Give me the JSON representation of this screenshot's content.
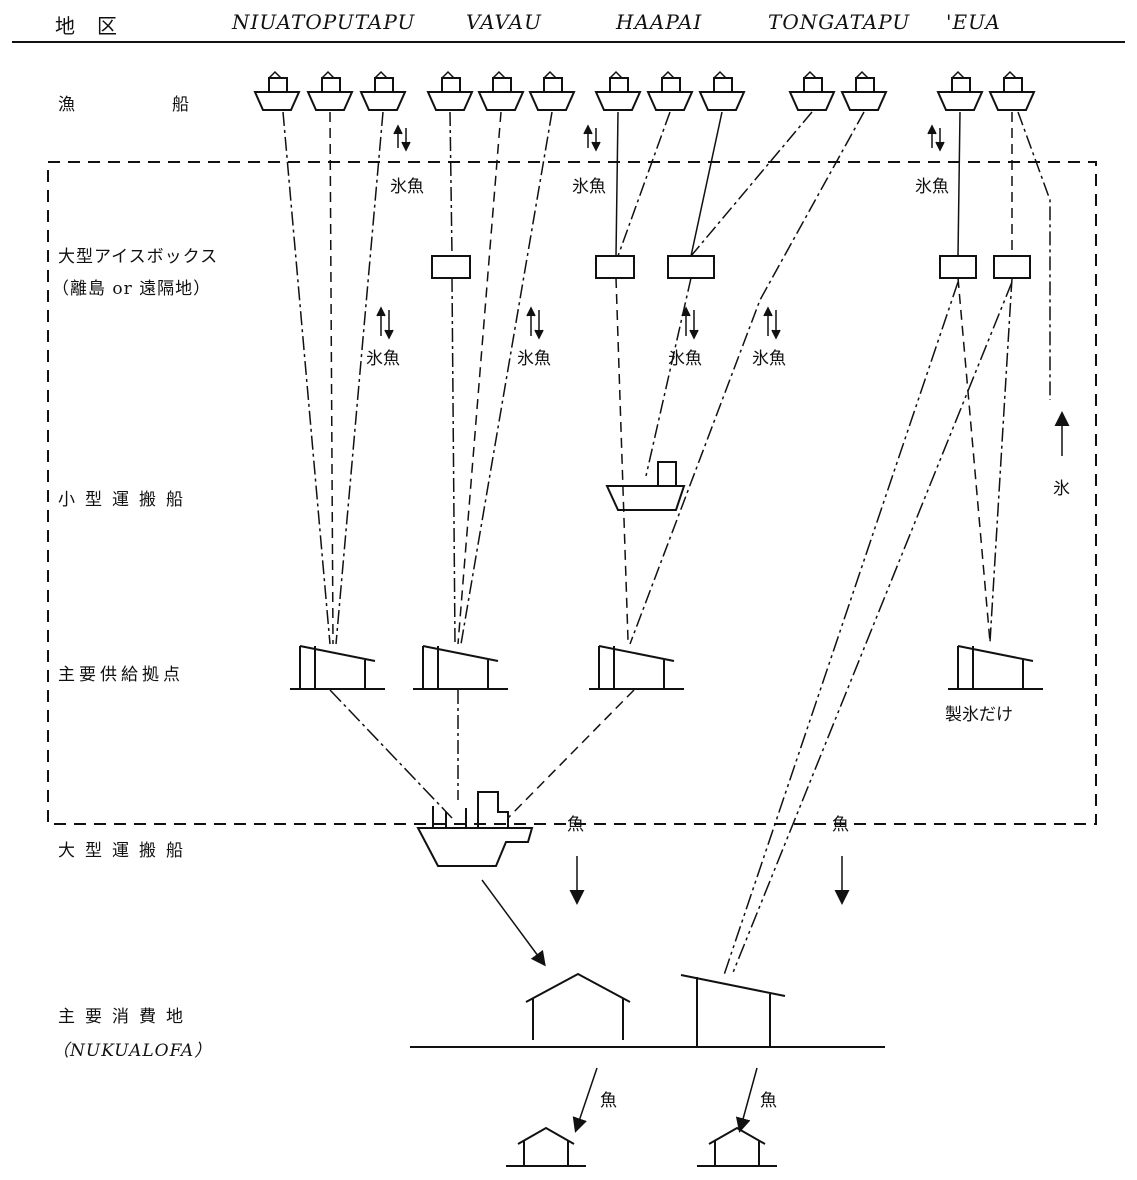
{
  "header": {
    "region_label": "地　区",
    "regions": [
      "NIUATOPUTAPU",
      "VAVAU",
      "HAAPAI",
      "TONGATAPU",
      "'EUA"
    ]
  },
  "rows": {
    "fishing_boats": "漁　船",
    "large_icebox": "大型アイスボックス",
    "large_icebox_sub": "（離島 or 遠隔地）",
    "small_carrier": "小型運搬船",
    "main_supply_base": "主要供給拠点",
    "large_carrier": "大型運搬船",
    "main_consumption": "主要消費地",
    "main_consumption_sub": "（NUKUALOFA）"
  },
  "annotations": {
    "ice_fish": "氷魚",
    "fish": "魚",
    "ice": "氷",
    "ice_only": "製氷だけ"
  }
}
